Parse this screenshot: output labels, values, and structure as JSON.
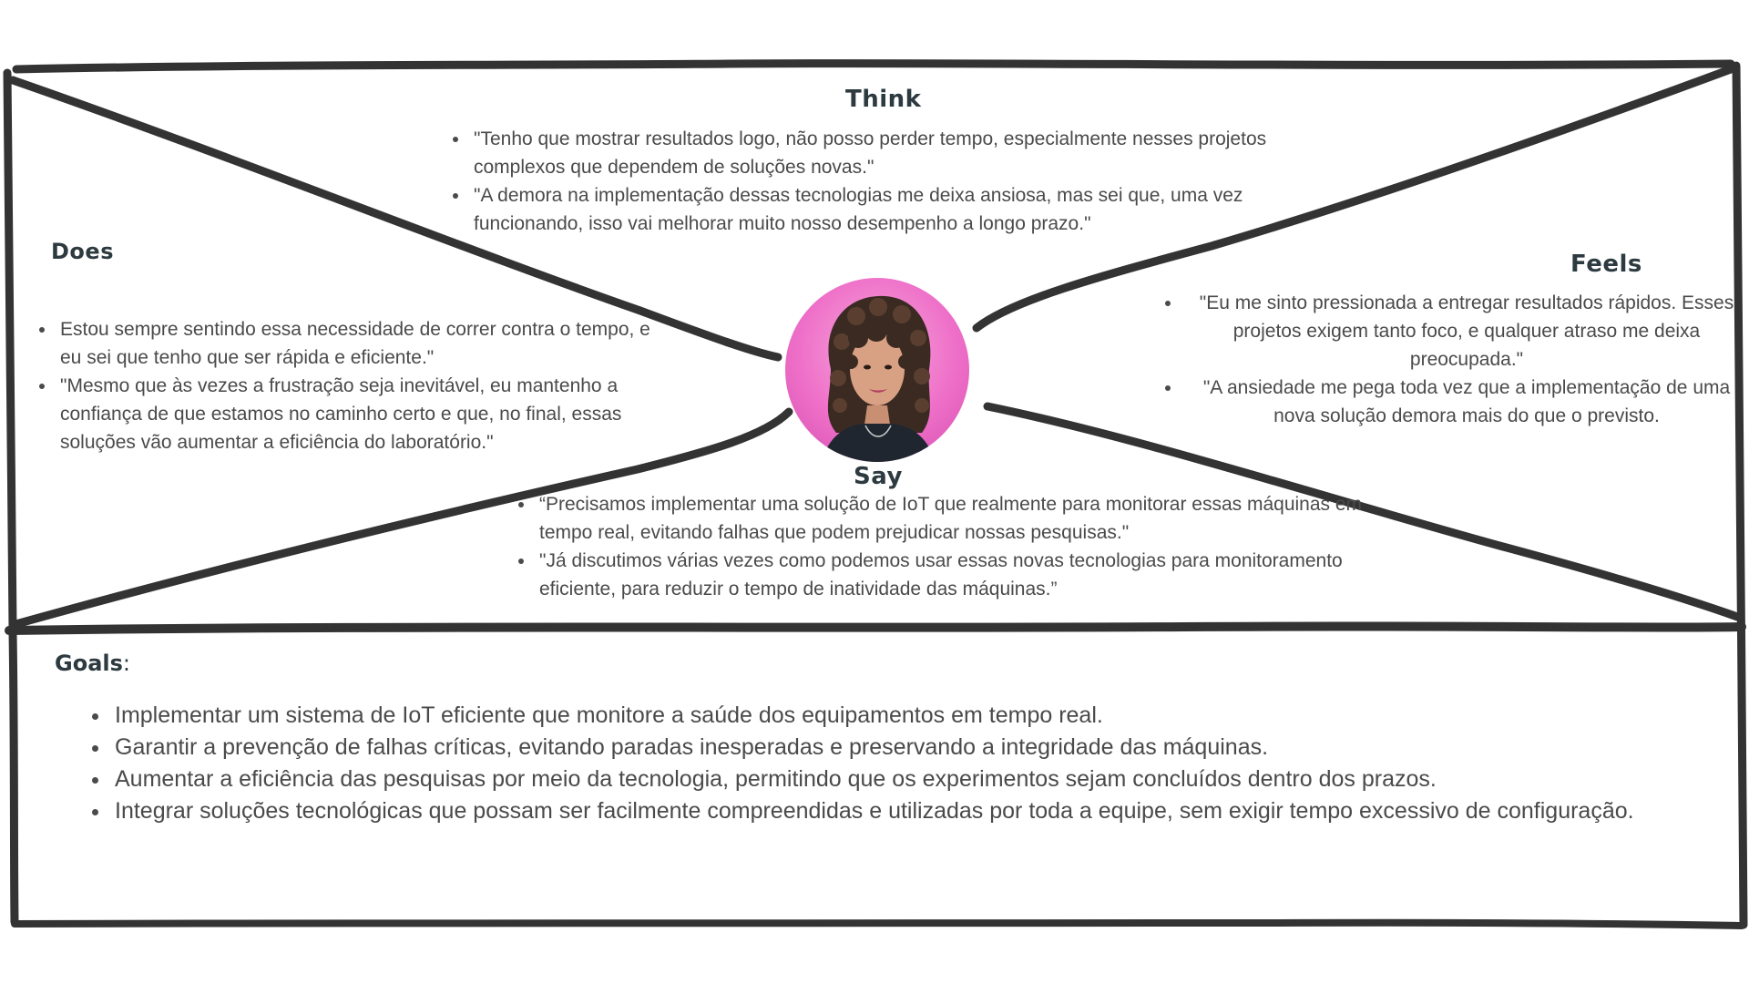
{
  "think": {
    "title": "Think",
    "items": [
      "\"Tenho que mostrar resultados logo, não posso perder tempo, especialmente nesses projetos complexos que dependem de soluções novas.\"",
      "\"A demora na implementação dessas tecnologias me deixa ansiosa, mas sei que, uma vez funcionando, isso vai melhorar muito nosso desempenho a longo prazo.\""
    ]
  },
  "does": {
    "title": "Does",
    "items": [
      "Estou sempre sentindo essa necessidade de correr contra o tempo, e eu sei que tenho que ser rápida e eficiente.\"",
      "\"Mesmo que às vezes a frustração seja inevitável, eu mantenho a confiança de que estamos no caminho certo e que, no final, essas soluções vão aumentar a eficiência do laboratório.\""
    ]
  },
  "feels": {
    "title": "Feels",
    "items": [
      "\"Eu me sinto pressionada a entregar resultados rápidos. Esses projetos exigem tanto foco, e qualquer atraso me deixa preocupada.\"",
      "\"A ansiedade me pega toda vez que a implementação de uma nova solução demora mais do que o previsto."
    ]
  },
  "say": {
    "title": "Say",
    "items": [
      "“Precisamos implementar uma solução de IoT que realmente para monitorar essas máquinas em tempo real, evitando falhas que podem prejudicar nossas pesquisas.\"",
      "\"Já discutimos várias vezes como podemos usar essas novas tecnologias para monitoramento eficiente, para reduzir o tempo de inatividade das máquinas.”"
    ]
  },
  "goals": {
    "title": "Goals",
    "colon": ":",
    "items": [
      "Implementar um sistema de IoT eficiente que monitore a saúde dos equipamentos em tempo real.",
      "Garantir a prevenção de falhas críticas, evitando paradas inesperadas e preservando a integridade das máquinas.",
      "Aumentar a eficiência das pesquisas por meio da tecnologia, permitindo que os experimentos sejam concluídos dentro dos prazos.",
      "Integrar soluções tecnológicas que possam ser facilmente compreendidas e utilizadas por toda a equipe, sem exigir tempo excessivo de configuração."
    ]
  },
  "colors": {
    "ink": "#333333",
    "text": "#4a4a4a",
    "heading": "#2d3a40",
    "avatar_background": "#ee6fc8"
  }
}
